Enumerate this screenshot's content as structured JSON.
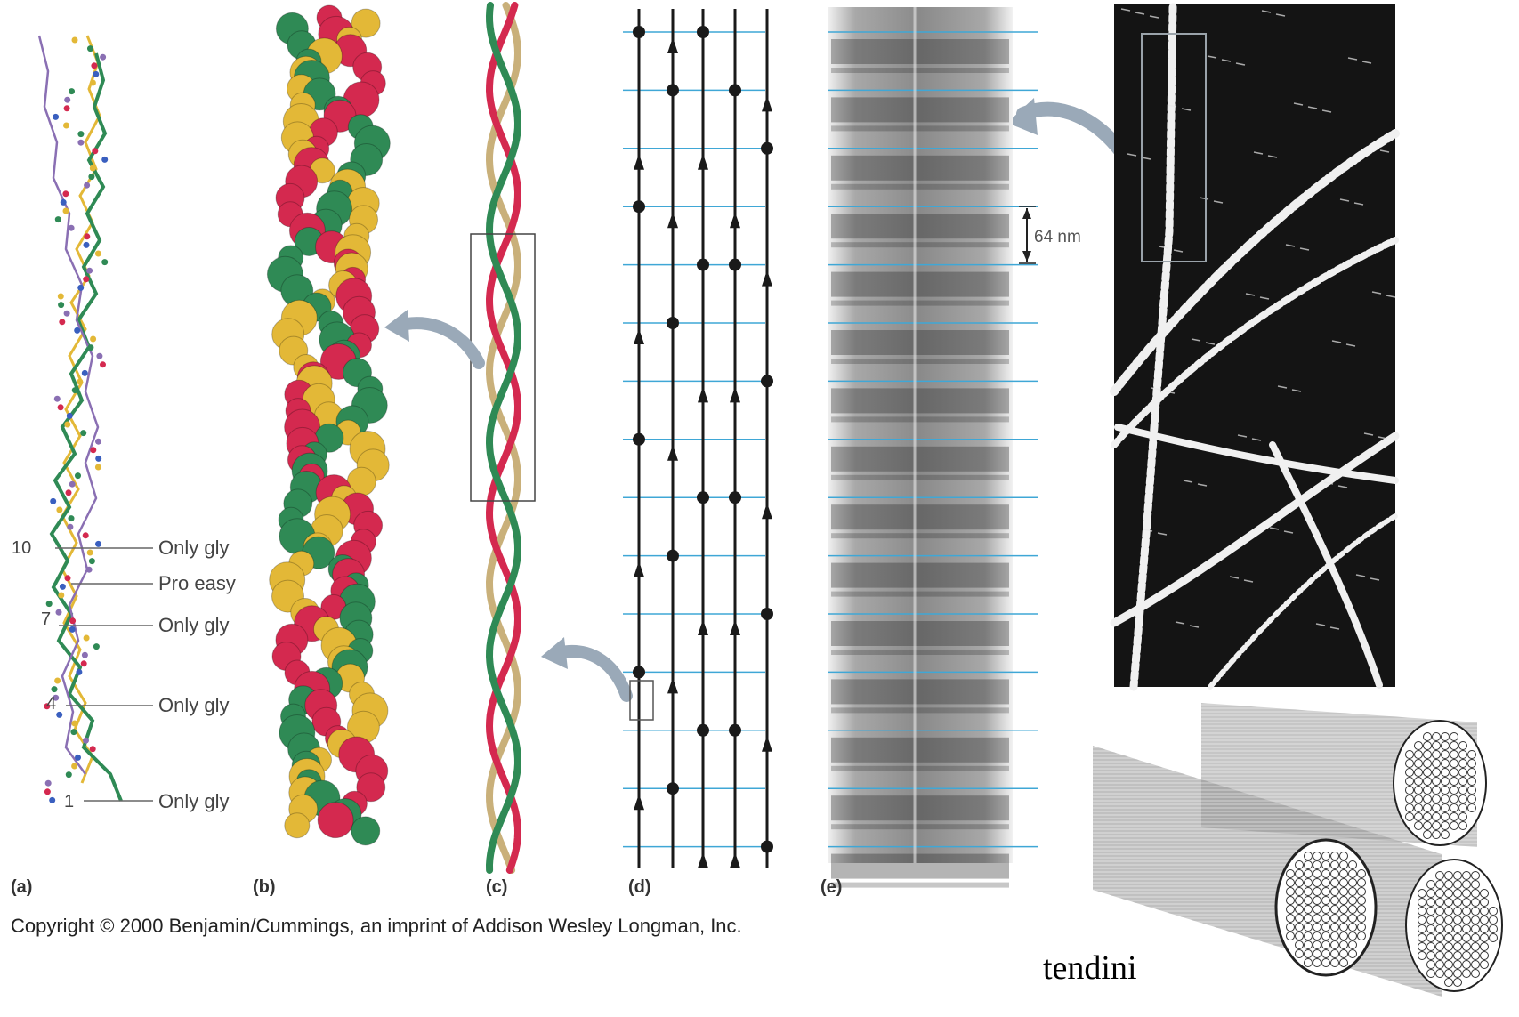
{
  "panels": {
    "a": "(a)",
    "b": "(b)",
    "c": "(c)",
    "d": "(d)",
    "e": "(e)"
  },
  "residue_annotations": [
    {
      "number": "10",
      "label": "Only gly"
    },
    {
      "number": "",
      "label": "Pro easy"
    },
    {
      "number": "7",
      "label": "Only gly"
    },
    {
      "number": "4",
      "label": "Only gly"
    },
    {
      "number": "1",
      "label": "Only gly"
    }
  ],
  "scale_bar_label": "64 nm",
  "copyright": "Copyright © 2000 Benjamin/Cummings, an imprint of Addison Wesley Longman, Inc.",
  "tendon_label": "tendini",
  "colors": {
    "gly_red": "#d4294f",
    "gly_yellow": "#e3b837",
    "gly_green": "#2f8a55",
    "guide_blue": "#3fa7d6",
    "arrow_gray": "#9aa9b8",
    "micrograph_dark": "#141414"
  }
}
